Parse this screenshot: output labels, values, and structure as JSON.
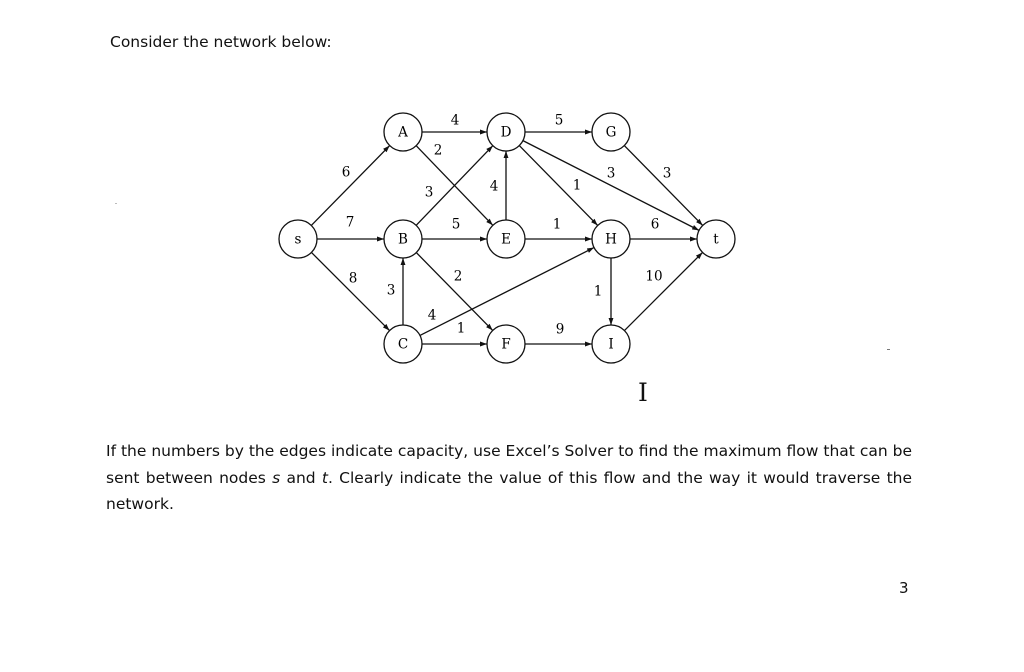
{
  "intro": "Consider the network below:",
  "paragraph_html": "If the numbers by the edges indicate capacity, use Excel’s Solver to find the maximum flow that can be sent between nodes <i>s</i> and <i>t</i>. Clearly indicate the value of this flow and the way it would traverse the network.",
  "page_number": "3",
  "network": {
    "nodes": [
      {
        "id": "s",
        "label": "s"
      },
      {
        "id": "A",
        "label": "A"
      },
      {
        "id": "B",
        "label": "B"
      },
      {
        "id": "C",
        "label": "C"
      },
      {
        "id": "D",
        "label": "D"
      },
      {
        "id": "E",
        "label": "E"
      },
      {
        "id": "F",
        "label": "F"
      },
      {
        "id": "G",
        "label": "G"
      },
      {
        "id": "H",
        "label": "H"
      },
      {
        "id": "I",
        "label": "I"
      },
      {
        "id": "t",
        "label": "t"
      }
    ],
    "edges": [
      {
        "from": "s",
        "to": "A",
        "capacity": "6"
      },
      {
        "from": "s",
        "to": "B",
        "capacity": "7"
      },
      {
        "from": "s",
        "to": "C",
        "capacity": "8"
      },
      {
        "from": "A",
        "to": "D",
        "capacity": "4"
      },
      {
        "from": "A",
        "to": "E",
        "capacity": "2"
      },
      {
        "from": "B",
        "to": "D",
        "capacity": "3"
      },
      {
        "from": "B",
        "to": "E",
        "capacity": "5"
      },
      {
        "from": "B",
        "to": "F",
        "capacity": "2"
      },
      {
        "from": "C",
        "to": "B",
        "capacity": "3"
      },
      {
        "from": "C",
        "to": "F",
        "capacity": "1"
      },
      {
        "from": "C",
        "to": "H",
        "capacity": "4"
      },
      {
        "from": "E",
        "to": "D",
        "capacity": "4"
      },
      {
        "from": "D",
        "to": "G",
        "capacity": "5"
      },
      {
        "from": "D",
        "to": "H",
        "capacity": "1"
      },
      {
        "from": "D",
        "to": "t",
        "capacity": "3"
      },
      {
        "from": "E",
        "to": "H",
        "capacity": "1"
      },
      {
        "from": "F",
        "to": "I",
        "capacity": "9"
      },
      {
        "from": "G",
        "to": "t",
        "capacity": "3"
      },
      {
        "from": "H",
        "to": "t",
        "capacity": "6"
      },
      {
        "from": "H",
        "to": "I",
        "capacity": "1"
      },
      {
        "from": "I",
        "to": "t",
        "capacity": "10"
      }
    ]
  }
}
